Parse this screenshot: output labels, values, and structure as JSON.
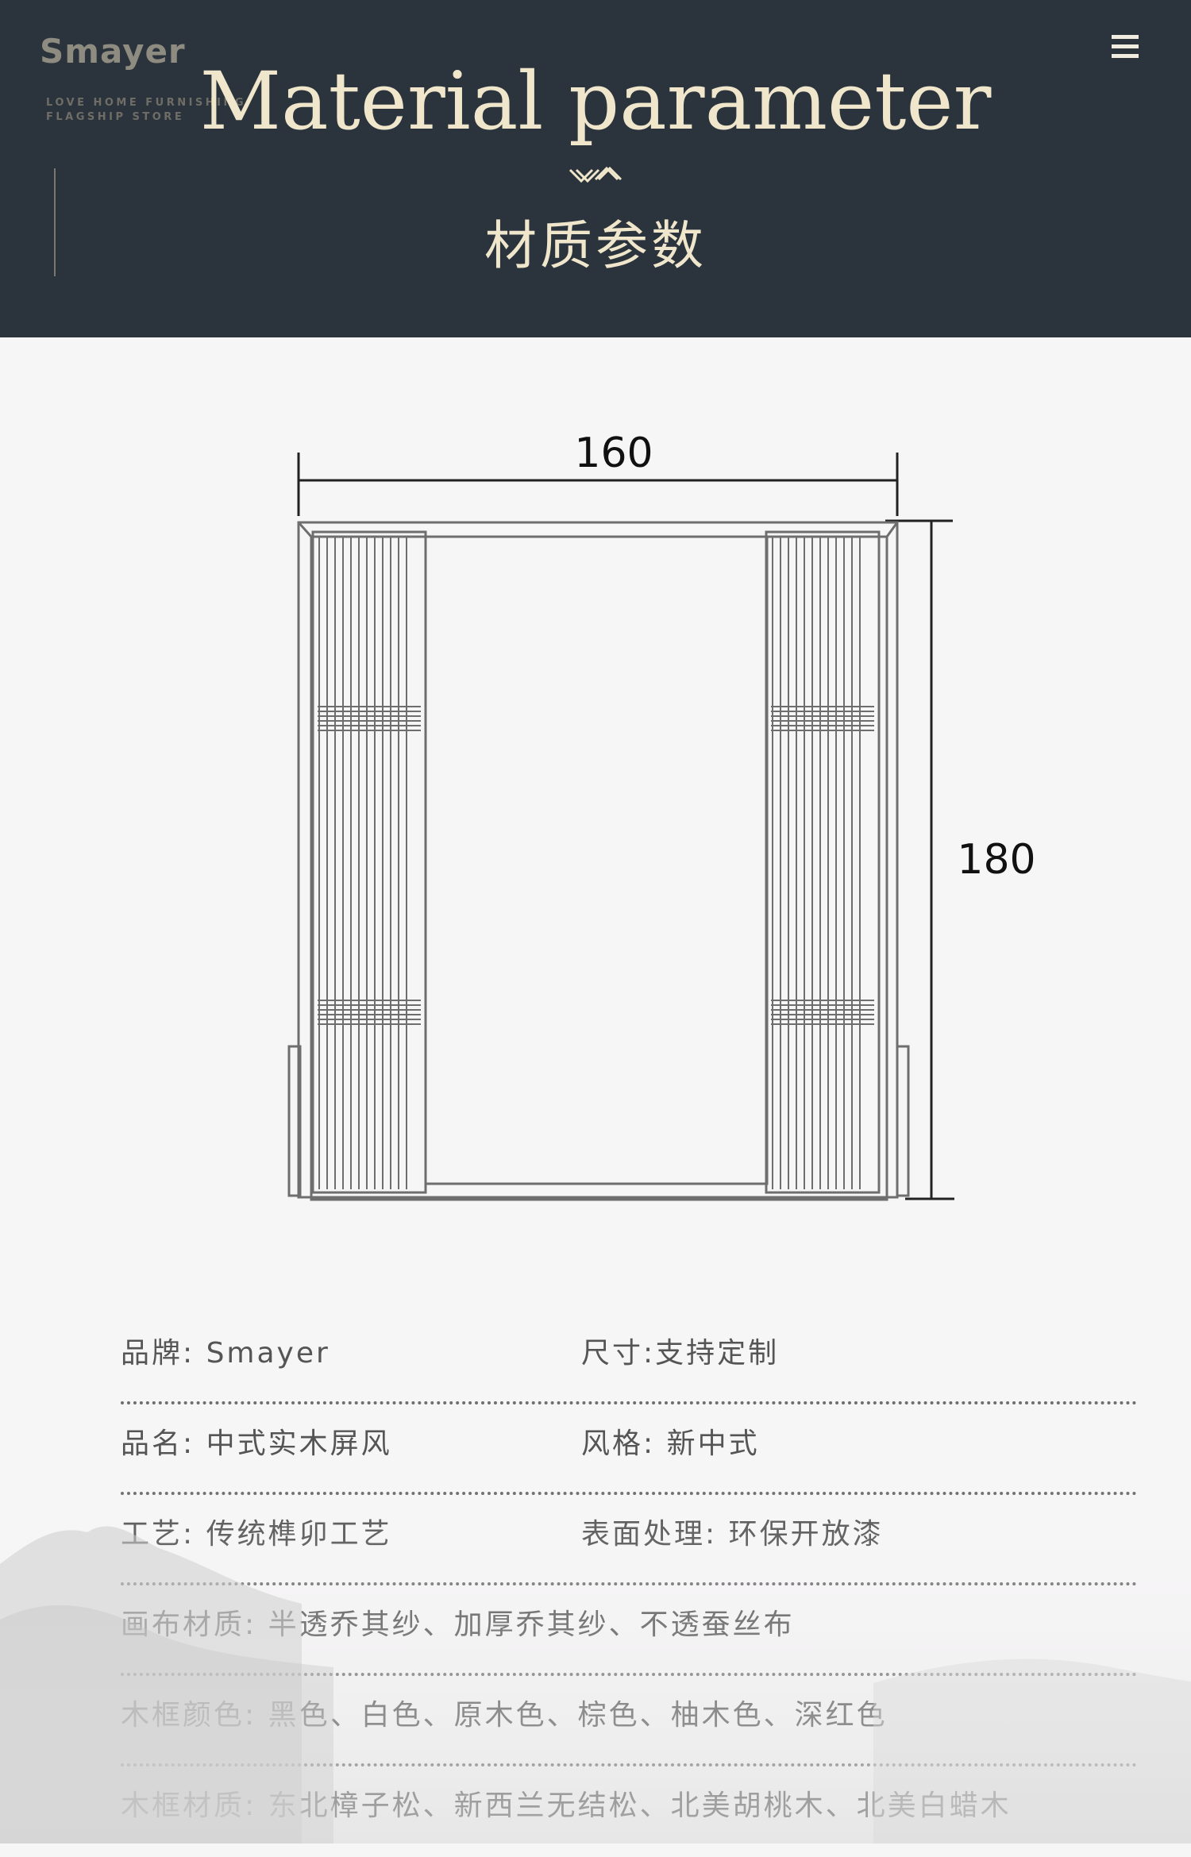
{
  "header": {
    "brand_name": "Smayer",
    "brand_tagline_1": "LOVE HOME FURNISHING",
    "brand_tagline_2": "FLAGSHIP STORE",
    "title_en": "Material parameter",
    "title_cn": "材质参数",
    "menu_icon": "hamburger-menu-icon",
    "chevron_icon": "double-chevron-down-icon"
  },
  "drawing": {
    "width_label": "160",
    "height_label": "180"
  },
  "specs": [
    {
      "left": "品牌: Smayer",
      "right": "尺寸:支持定制"
    },
    {
      "left": "品名: 中式实木屏风",
      "right": "风格: 新中式"
    },
    {
      "left": "工艺: 传统榫卯工艺",
      "right": "表面处理: 环保开放漆"
    },
    {
      "left": "画布材质: 半透乔其纱、加厚乔其纱、不透蚕丝布"
    },
    {
      "left": "木框颜色: 黑色、白色、原木色、棕色、柚木色、深红色"
    },
    {
      "left": "木框材质: 东北樟子松、新西兰无结松、北美胡桃木、北美白蜡木"
    }
  ],
  "colors": {
    "header_bg": "#2b333d",
    "title_gold": "#efe6cb",
    "page_bg": "#f7f6f7"
  }
}
